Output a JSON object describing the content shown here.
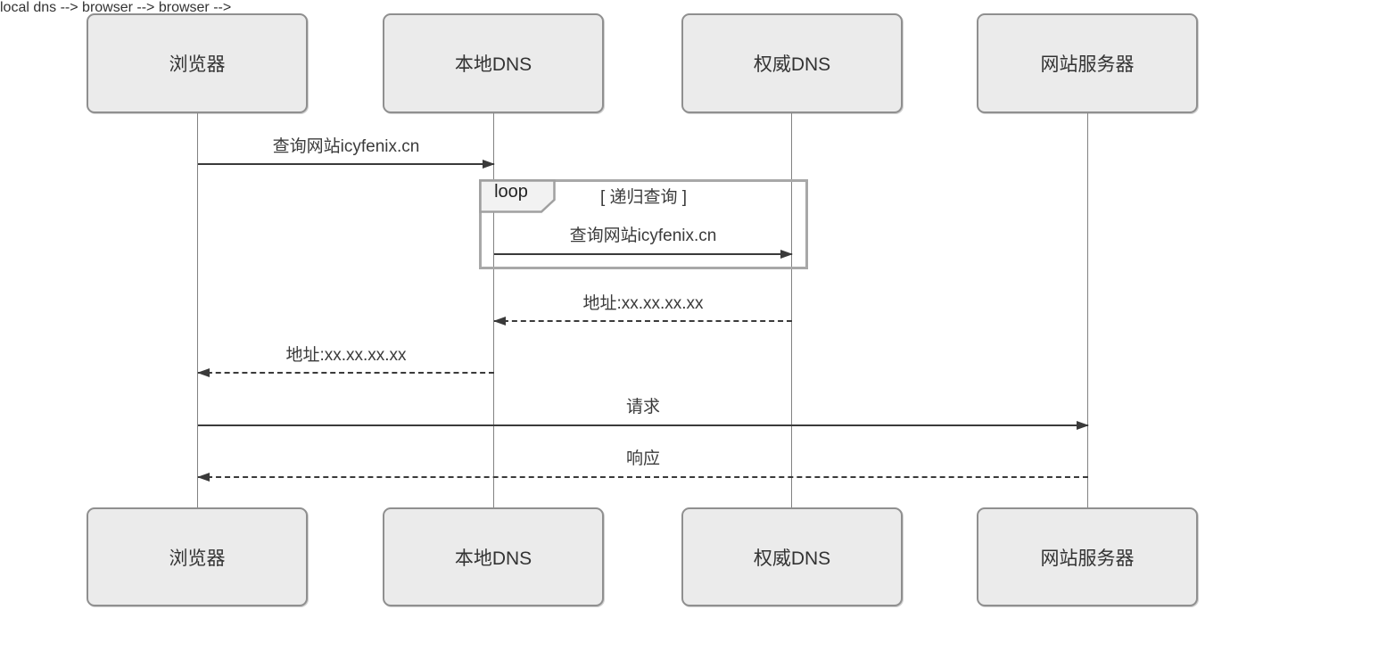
{
  "diagram": {
    "type": "sequence",
    "participants": [
      {
        "name": "浏览器"
      },
      {
        "name": "本地DNS"
      },
      {
        "name": "权威DNS"
      },
      {
        "name": "网站服务器"
      }
    ],
    "messages": [
      {
        "from": "浏览器",
        "to": "本地DNS",
        "label": "查询网站icyfenix.cn",
        "style": "solid",
        "in_loop": false
      },
      {
        "from": "本地DNS",
        "to": "权威DNS",
        "label": "查询网站icyfenix.cn",
        "style": "solid",
        "in_loop": true
      },
      {
        "from": "权威DNS",
        "to": "本地DNS",
        "label": "地址:xx.xx.xx.xx",
        "style": "dashed",
        "in_loop": false
      },
      {
        "from": "本地DNS",
        "to": "浏览器",
        "label": "地址:xx.xx.xx.xx",
        "style": "dashed",
        "in_loop": false
      },
      {
        "from": "浏览器",
        "to": "网站服务器",
        "label": "请求",
        "style": "solid",
        "in_loop": false
      },
      {
        "from": "网站服务器",
        "to": "浏览器",
        "label": "响应",
        "style": "dashed",
        "in_loop": false
      }
    ],
    "loop": {
      "operator": "loop",
      "condition": "[ 递归查询 ]"
    },
    "colors": {
      "box_fill": "#ebebeb",
      "box_border": "#8f8f8f",
      "lifeline": "#828282",
      "arrow": "#3a3a3a",
      "loop_border": "#a8a8a8",
      "text": "#333333"
    }
  }
}
